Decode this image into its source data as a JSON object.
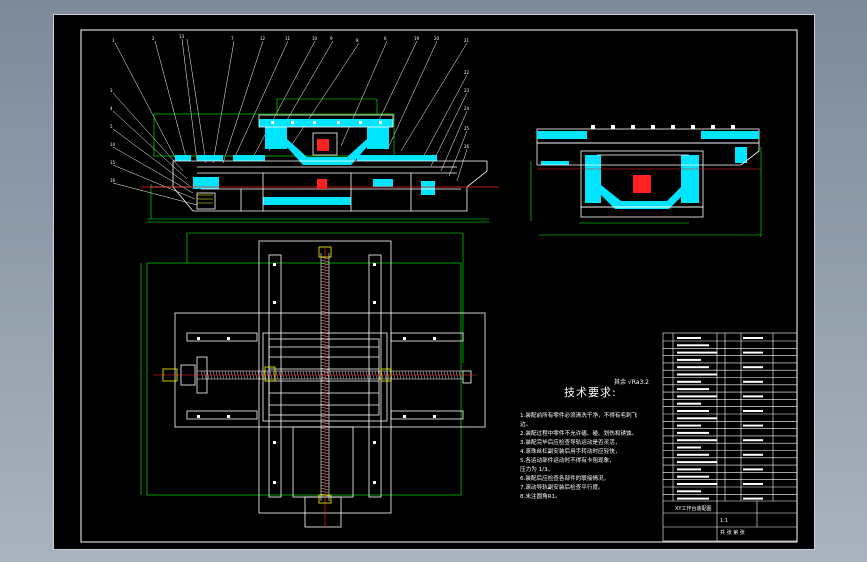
{
  "technical_requirements": {
    "title": "技术要求:",
    "roughness_note": "其余 √Ra3.2",
    "items": [
      "1.装配前所有零件必须清洗干净，不得有毛刺飞",
      "边。",
      "2.装配过程中零件不允许磕、碰、划伤和锈蚀。",
      "3.装配完毕后应检查导轨运动是否灵活，",
      "4.滚珠丝杠副安装后用手转动时应轻快，",
      "5.各运动部件运动时不得有卡阻现象，",
      "   压力为 1/3。",
      "6.装配后应检查各部件的联接情况，",
      "7.滚动导轨副安装后检查平行度。",
      "8.未注圆角R1。"
    ]
  },
  "title_block": {
    "drawing_title": "XY工作台装配图",
    "sheet_info": "共 张 第 张",
    "scale": "1:1"
  },
  "colors": {
    "background": "#000000",
    "line_white": "#ffffff",
    "accent_cyan": "#00e5ff",
    "dimension_green": "#00ff00",
    "center_red": "#ff2020",
    "highlight_yellow": "#ffff00"
  }
}
